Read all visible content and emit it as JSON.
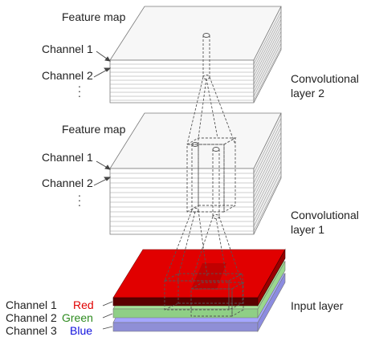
{
  "top_block": {
    "feature_map_label": "Feature map",
    "channel1_label": "Channel 1",
    "channel2_label": "Channel 2",
    "layer_label_line1": "Convolutional",
    "layer_label_line2": "layer 2"
  },
  "middle_block": {
    "feature_map_label": "Feature map",
    "channel1_label": "Channel 1",
    "channel2_label": "Channel 2",
    "layer_label_line1": "Convolutional",
    "layer_label_line2": "layer 1"
  },
  "input_block": {
    "layer_label": "Input layer",
    "channels": [
      {
        "label": "Channel 1",
        "color_name": "Red",
        "color": "#e00000"
      },
      {
        "label": "Channel 2",
        "color_name": "Green",
        "color": "#2e8b20"
      },
      {
        "label": "Channel 3",
        "color_name": "Blue",
        "color": "#1010dd"
      }
    ]
  },
  "colors": {
    "red_top": "#e10000",
    "red_front": "#5a0000",
    "green_layer": "#a6e39a",
    "blue_layer": "#a4a6ff",
    "block_line": "#777777",
    "dashed_line": "#555555"
  }
}
